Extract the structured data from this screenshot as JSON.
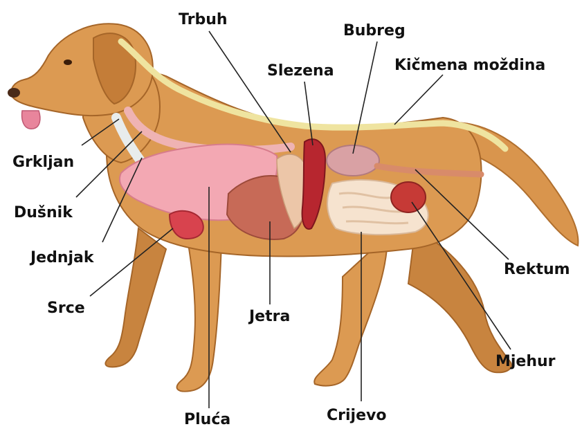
{
  "labels": {
    "trbuh": "Trbuh",
    "bubreg": "Bubreg",
    "slezena": "Slezena",
    "kicmena_mozdina": "Kičmena moždina",
    "grkljan": "Grkljan",
    "dusnik": "Dušnik",
    "jednjak": "Jednjak",
    "srce": "Srce",
    "jetra": "Jetra",
    "pluca": "Pluća",
    "crijevo": "Crijevo",
    "rektum": "Rektum",
    "mjehur": "Mjehur"
  }
}
